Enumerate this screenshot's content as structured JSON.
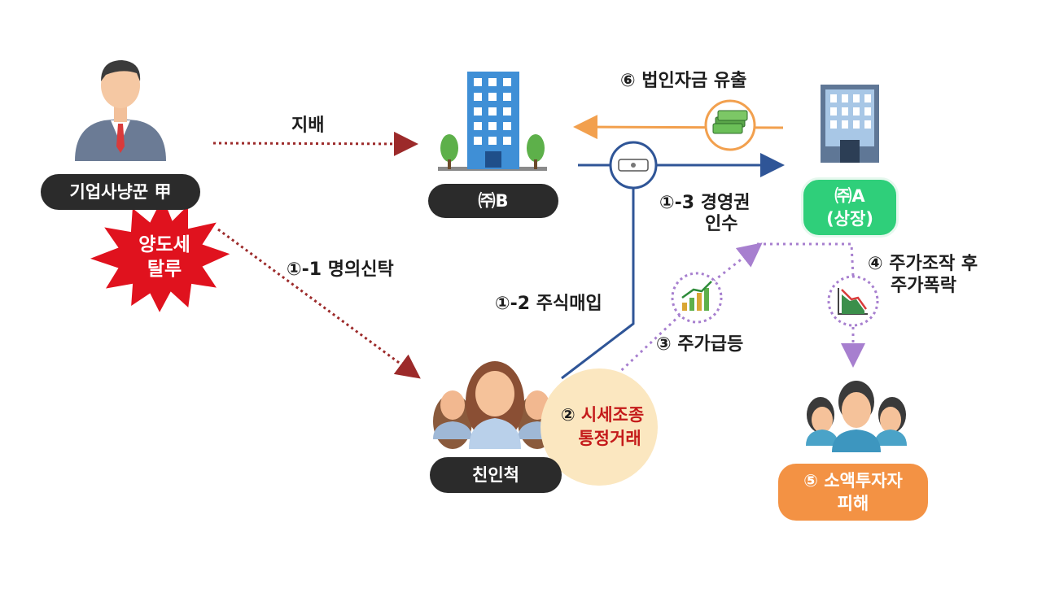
{
  "nodes": {
    "actor": "기업사냥꾼 甲",
    "company_b": "㈜B",
    "company_a_line1": "㈜A",
    "company_a_line2": "(상장)",
    "relatives": "친인척",
    "investors_line1": "⑤ 소액투자자",
    "investors_line2": "피해",
    "tax_evasion_line1": "양도세",
    "tax_evasion_line2": "탈루"
  },
  "edges": {
    "control": "지배",
    "nominee_trust": "①-1 명의신탁",
    "stock_purchase": "①-2 주식매입",
    "takeover_line1": "①-3 경영권",
    "takeover_line2": "인수",
    "manipulation_num": "②",
    "manipulation_line1": "시세조종",
    "manipulation_line2": "통정거래",
    "price_surge": "③ 주가급등",
    "crash_line1": "④ 주가조작 후",
    "crash_line2": "주가폭락",
    "fund_outflow": "⑥ 법인자금 유출"
  },
  "colors": {
    "dark_pill": "#2b2b2b",
    "green_pill": "#2fcf7a",
    "orange_pill": "#f39244",
    "dotted_red": "#9c2a2a",
    "blue_line": "#2f5597",
    "orange_line": "#f2a04e",
    "purple_dots": "#a77fcf",
    "burst_red": "#e0121e"
  },
  "icons": [
    "businessman-icon",
    "office-building-icon",
    "money-stack-icon",
    "ticket-icon",
    "rising-chart-icon",
    "falling-chart-icon",
    "women-group-icon",
    "investors-group-icon",
    "burst-icon"
  ]
}
